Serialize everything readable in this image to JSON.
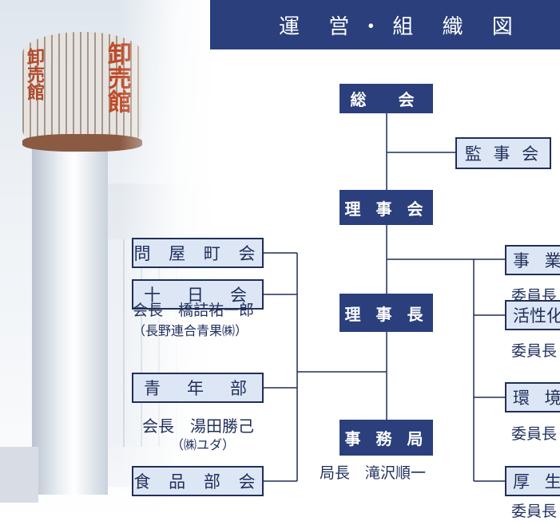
{
  "header": {
    "title": "運 営・組 織 図"
  },
  "photo": {
    "sign_front": "卸売館",
    "sign_side": "卸売館"
  },
  "nodes": {
    "general_assembly": "総　会",
    "auditors": "監 事 会",
    "board": "理 事 会",
    "chairman": "理 事 長",
    "secretariat": "事 務 局"
  },
  "left": {
    "tonyamachi": "問 屋 町 会",
    "tokakai": "十　日　会",
    "tokakai_head": "会長　橋詰祐一郎",
    "tokakai_company": "（長野連合青果㈱）",
    "seinenbu": "青　年　部",
    "seinenbu_head": "会長　湯田勝己",
    "seinenbu_company": "（㈱ユダ）",
    "shokuhin": "食 品 部 会"
  },
  "secretariat_head": "局長　滝沢順一",
  "committees": [
    {
      "label": "事 業",
      "sub": "委員長"
    },
    {
      "label": "活性化",
      "sub": "委員長"
    },
    {
      "label": "環 境",
      "sub": "委員長"
    },
    {
      "label": "厚 生",
      "sub": "委員長"
    }
  ]
}
